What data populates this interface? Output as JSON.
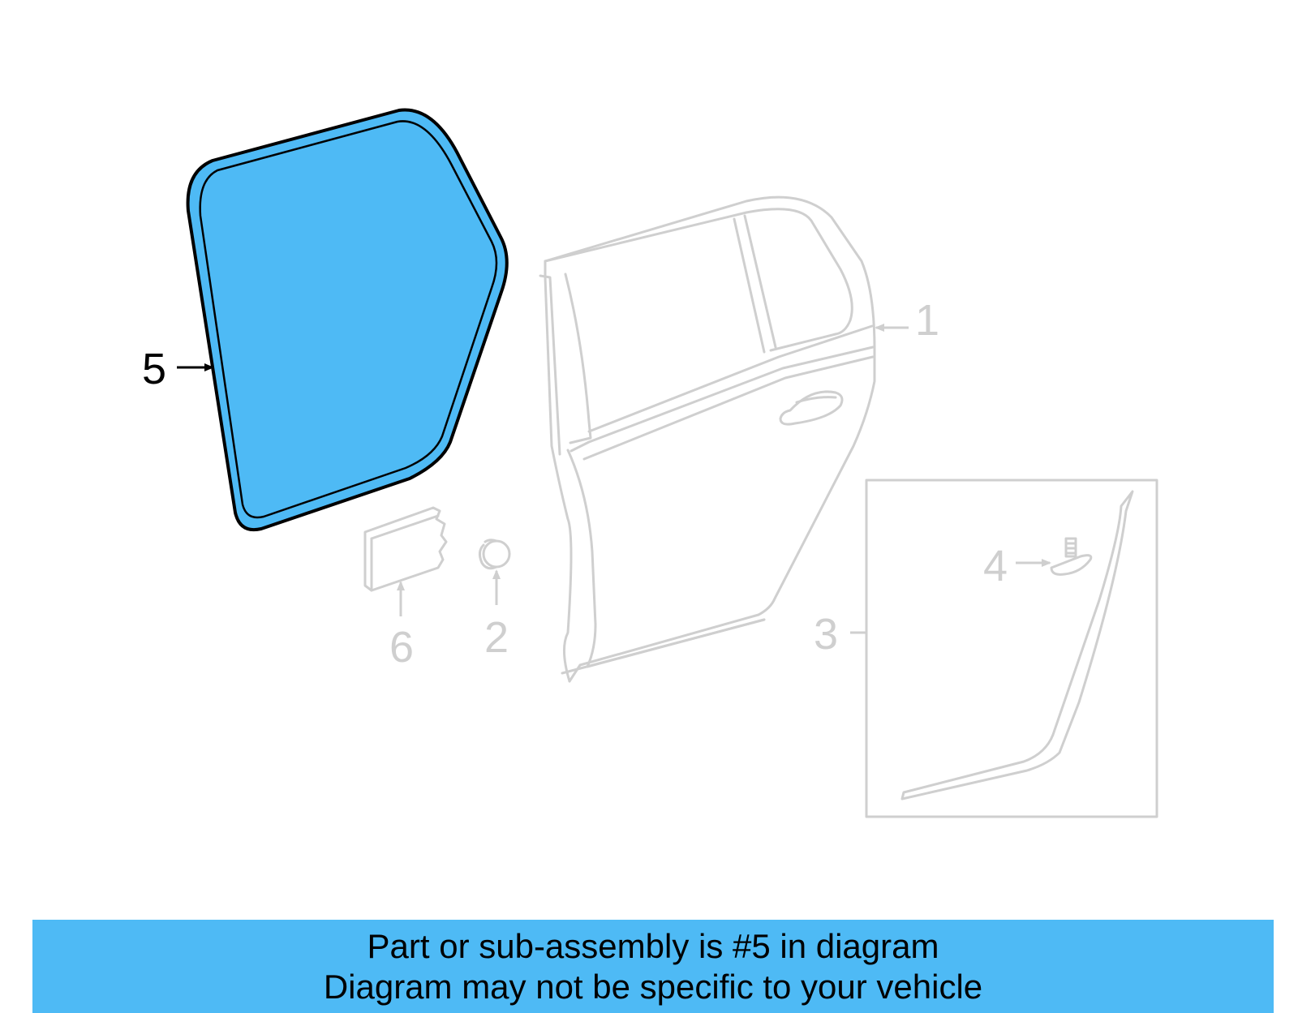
{
  "colors": {
    "highlight": "#4ebaf5",
    "outline": "#000000",
    "inactive": "#cfcfcf",
    "banner": "#4ebaf5"
  },
  "callouts": {
    "part_1": "1",
    "part_2": "2",
    "part_3": "3",
    "part_4": "4",
    "part_5": "5",
    "part_6": "6"
  },
  "highlighted_part": "5",
  "banner": {
    "line1": "Part or sub-assembly is #5 in diagram",
    "line2": "Diagram may not be specific to your vehicle"
  }
}
